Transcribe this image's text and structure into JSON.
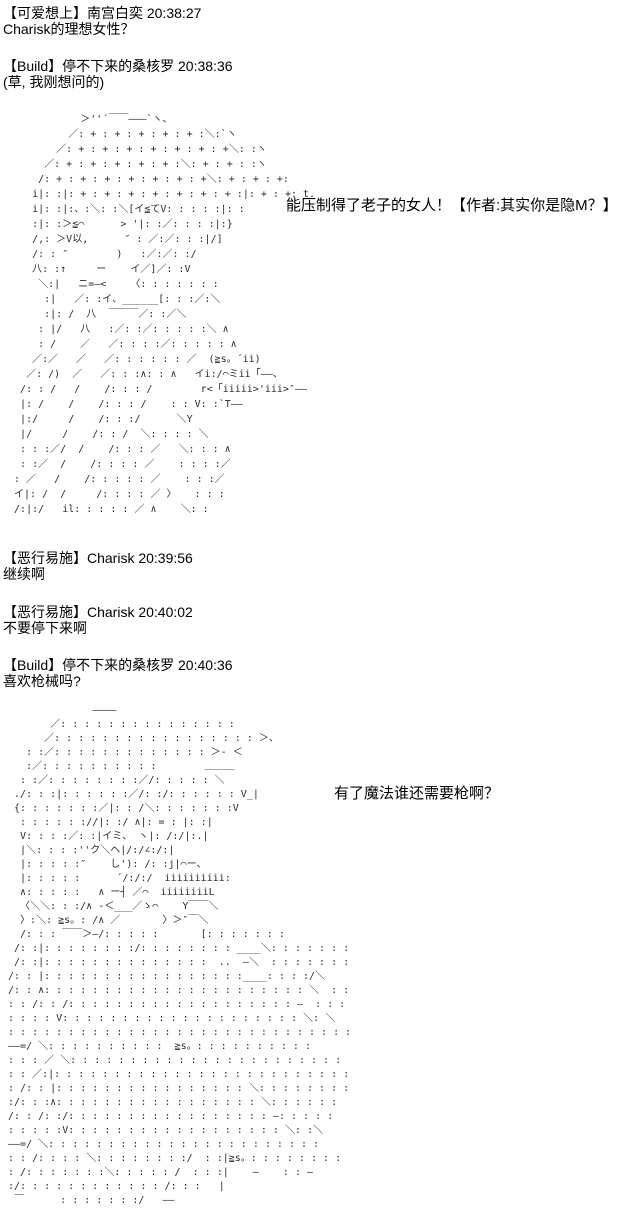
{
  "page": {
    "background": "#ffffff",
    "text_color": "#000000"
  },
  "messages": [
    {
      "header": "【可爱想上】南宫白奕 20:38:27",
      "body": "Charisk的理想女性？"
    },
    {
      "header": "【Build】停不下来的桑核罗 20:38:36",
      "body": "(草, 我刚想问的)"
    },
    {
      "header": "【恶行易施】Charisk 20:39:56",
      "body": "继续啊"
    },
    {
      "header": "【恶行易施】Charisk 20:40:02",
      "body": "不要停下来啊"
    },
    {
      "header": "【Build】停不下来的桑核罗 20:40:36",
      "body": "喜欢枪械吗?"
    }
  ],
  "aa_blocks": [
    {
      "dialogue": "能压制得了老子的女人！【作者:其实你是隐M？】",
      "lines": [
        "             ＞''´￣￣―――`ヽ、",
        "           ／: + : + : + : + : + :＼:`ヽ",
        "         ／: + : + : + : + : + : + : +＼: :ヽ",
        "       ／: + : + : + : + : + :＼: + : + : :ヽ",
        "      /: + : + : + : + : + : + : +＼: + : + : +:",
        "     i|: :|: + : + : + : + : + : + : + :|: + : +: t.",
        "     i|: :|:、:＼: :＼[イ≦てV: : : : :|: :",
        "     :|: :＞≦⌒      > '|: :／: : : :|:}",
        "     /,: ＞V以,      ″ : ／:／: : :|/]",
        "     /: : ″        )   :／:／: :/",
        "     八: :↑     ー    イ／]／: :V",
        "      ＼:|   ニ=―<    〈: : : : : : :",
        "       :|   ／: :イ、______[: : :／:＼",
        "       :|: /  八  ￣￣￣／: :／＼",
        "      : |/   八   :／: :／: : : : :＼ ∧",
        "      : /    ／   ／: : : :／: : : : : ∧",
        "     ／:／   ／   ／: : : : : : ／  (≧s。´ii)",
        "    ／: /)  ／   ／: : :∧: : ∧   イi:/⌒ミii「――、",
        "   /: : /   /    /: : : /        r<「iiiii>'iii>″――",
        "   |: /    /    /: : : /    : : V: :`T――",
        "   |:/     /    /: : :/      ＼Y",
        "   |/     /    /: : /  ＼: : : : ＼",
        "   : : :／/  /    /: : : ／   ＼: : : ∧",
        "   : :／  /    /: : : : ／    : : : :／",
        "  : ／   /    /: : : : : ／    : : :／",
        "  イ|: /  /     /: : : : ／ 〉   : : :",
        "  /:|:/   il: : : : : ／ ∧    ＼: :"
      ]
    },
    {
      "dialogue": "有了魔法谁还需要枪啊？",
      "lines": [
        "               ――――",
        "        ／: : : : : : : : : : : : : : :",
        "       ／: : : : : : : : : : : : : : : : : ＞、",
        "    : :／: : : : : : : : : : : : : ＞- ＜",
        "    :／: : : : : : : : : :        ＿＿＿",
        "   : :／: : : : : : : :／/: : : : : ＼",
        "  ./: : :|: : : : : :／/: :/: : : : : : V_|",
        "  {: : : : : : :／|: : /＼: : : : : : :V",
        "   : : : : : ://|: :/ ∧|: = : |: :|",
        "   V: : : :／: :|イミ、 ヽ|: /:/|:.|",
        "   |＼: : : :''ク＼ヘ|/:/∠:/:|",
        "   |: : : : :″    し'): /: :j|⌒ー、",
        "   |: : : : :      ´/:/:/  iiiiiiiiii:",
        "   ∧: : : : :   ∧ ー┤ ／⌒  iiiiiiiiL",
        "   〈＼＼: : :/∧ -＜___／ゝ⌒    Y￣￣＼",
        "   〉:＼: ≧s。: /∧ ／       〉＞″￣＼",
        "   /: : : ￣￣＞―/: : : : :       [: : : : : : :",
        "  /: :|: : : : : : : :/: : : : : : : : ____＼: : : : : : :",
        "  /: :|: : : : : : : : : : : : : :  ..  ―＼  : : : : : : :",
        " /: : |: : : : : : : : : : : : : : : : :____: : : :/＼",
        " /: : ∧: : : : : : : : : : : : : : : : : : : : : : ＼  : :",
        " : : /: : /: : : : : : : : : : : : : : : : : : : ―  : : :",
        " : : : : V: : : : : : : : : : : : : : : : : : : : ＼: ＼",
        " : : : : : : : : : : : : : : : : : : : : : : : : : : : : :",
        " ――=/ ＼: : : : : : : : : :  ≧s。: : : : : : : : : :",
        " : : : ／ ＼: : : : : : : : : : : : : : : : : : : : : : :",
        " : : ／:|: : : : : : : : : : : : : : : : : : : : : : : : :",
        " : /: : |: : : : : : : : : : : : : : : : ＼: : : : : : : :",
        " :/: : :∧: : : : : : : : : : : : : : : : : ＼: : : : : :",
        " /: : /: :/: : : : : : : : : : : : : : : : : ―: : : : :",
        " : : : : :V: : : : : : : : : : : : : : : : : : ＼: :＼",
        " ――=/ ＼: : : : : : : : : : : : : : : : : : : : : : :",
        " : : /: : : : ＼: : : : : : : :/  : :|≧s。: : : : : : : :",
        " : /: : : : : : :＼: : : : : /  : : :|    ―    : : ―",
        " :/: : : : : : : : : : : : /: : :   |",
        "  ￣      : : : : : : :/   ――"
      ]
    }
  ]
}
